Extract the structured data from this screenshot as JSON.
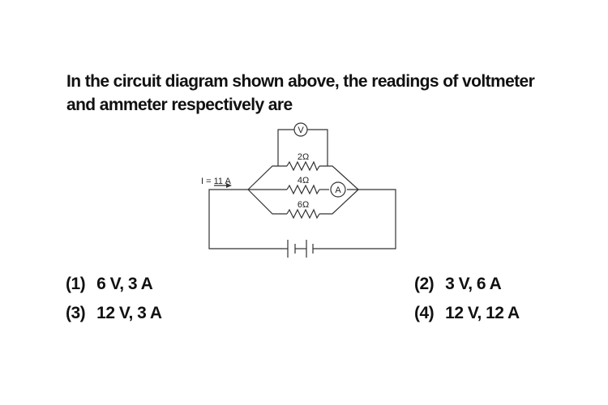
{
  "question": {
    "line1": "In the circuit diagram shown above, the readings of voltmeter",
    "line2": "and ammeter respectively are"
  },
  "circuit": {
    "current_label": "I = 11 A",
    "voltmeter_symbol": "V",
    "ammeter_symbol": "A",
    "resistors": [
      {
        "label": "2Ω"
      },
      {
        "label": "4Ω"
      },
      {
        "label": "6Ω"
      }
    ],
    "line_color": "#333333"
  },
  "options": [
    {
      "number": "(1)",
      "text": "6 V, 3 A"
    },
    {
      "number": "(2)",
      "text": "3 V, 6 A"
    },
    {
      "number": "(3)",
      "text": "12 V, 3 A"
    },
    {
      "number": "(4)",
      "text": "12 V, 12 A"
    }
  ]
}
